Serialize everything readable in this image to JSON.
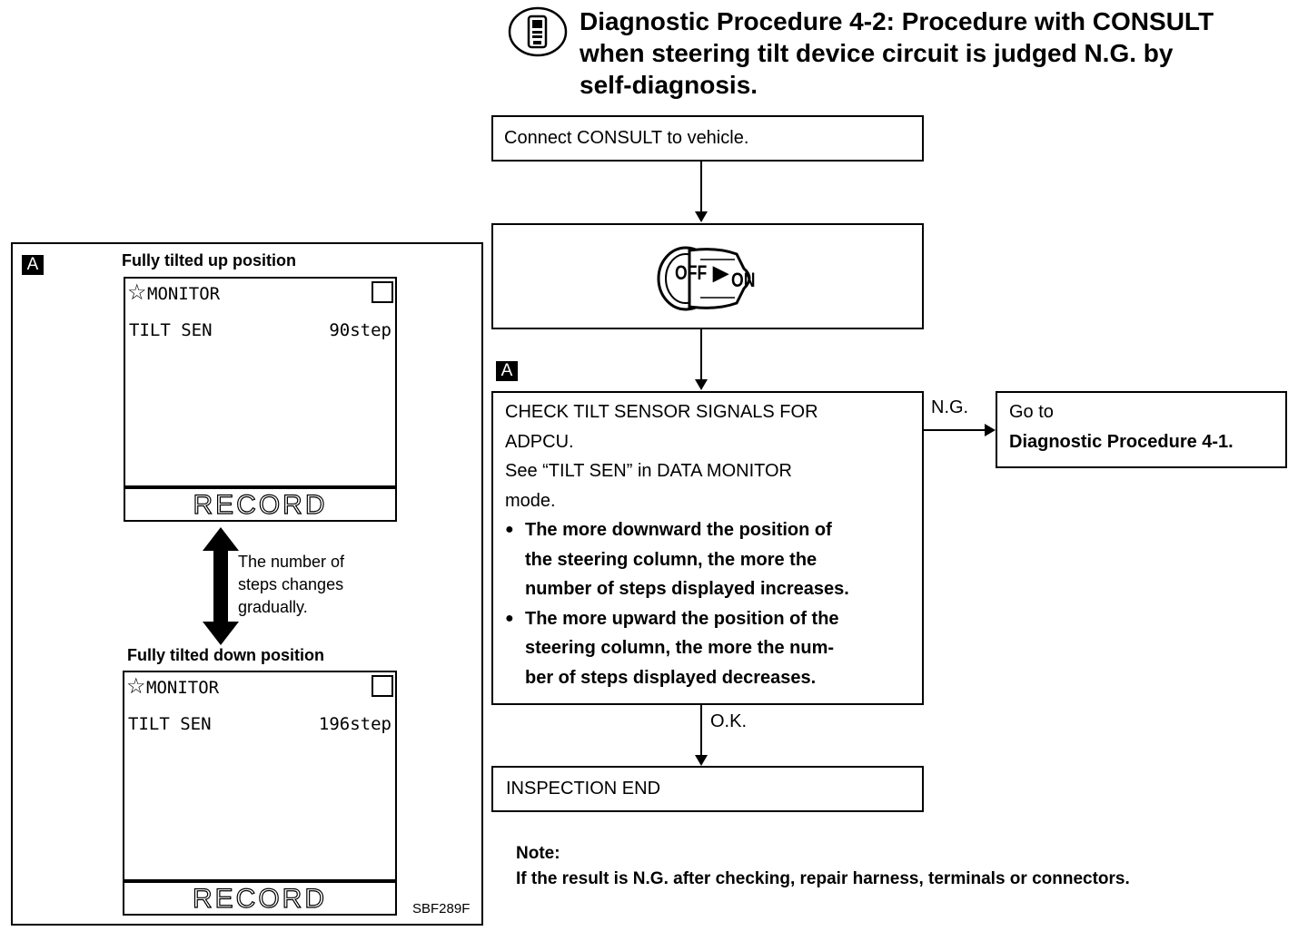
{
  "header": {
    "title": "Diagnostic Procedure 4-2: Procedure with CONSULT when steering tilt device circuit is judged N.G. by self-diagnosis.",
    "title_lines": [
      "Diagnostic Procedure 4-2: Procedure with CONSULT",
      "when steering tilt device circuit is judged N.G. by",
      "self-diagnosis."
    ],
    "icon": "consult-tester-icon"
  },
  "flow": {
    "step1": "Connect CONSULT to vehicle.",
    "step2": {
      "icon": "ignition-key-icon",
      "off_label": "OFF",
      "on_label": "ON"
    },
    "marker": "A",
    "check": {
      "lines": [
        "CHECK TILT SENSOR SIGNALS FOR",
        "ADPCU.",
        "See “TILT SEN” in DATA MONITOR",
        "mode."
      ],
      "bullets": [
        [
          "The more downward the position of",
          "the steering column, the more the",
          "number of steps displayed increases."
        ],
        [
          "The more upward the position of the",
          "steering column, the more the num-",
          "ber of steps displayed decreases."
        ]
      ]
    },
    "ng_label": "N.G.",
    "ng_target_line1": "Go to",
    "ng_target_line2": "Diagnostic Procedure 4-1.",
    "ok_label": "O.K.",
    "end": "INSPECTION END"
  },
  "note": {
    "label": "Note:",
    "text": "If the result is N.G. after checking, repair harness, terminals or connectors."
  },
  "panel": {
    "marker": "A",
    "upper_caption": "Fully tilted up position",
    "lower_caption": "Fully tilted down position",
    "upper_screen": {
      "header": "MONITOR",
      "item": "TILT SEN",
      "value": "90step",
      "button": "RECORD"
    },
    "lower_screen": {
      "header": "MONITOR",
      "item": "TILT SEN",
      "value": "196step",
      "button": "RECORD"
    },
    "arrow_text": [
      "The number of",
      "steps changes",
      "gradually."
    ],
    "figure_code": "SBF289F"
  }
}
